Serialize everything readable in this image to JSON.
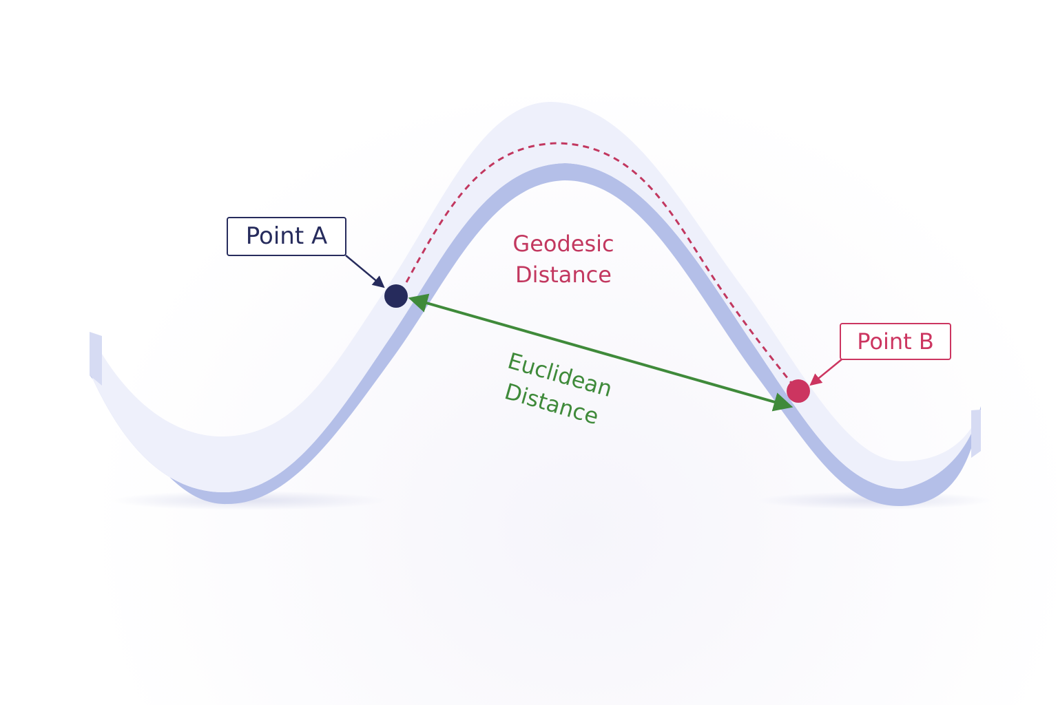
{
  "labels": {
    "point_a": "Point A",
    "point_b": "Point B",
    "geodesic_line1": "Geodesic",
    "geodesic_line2": "Distance",
    "euclidean_line1": "Euclidean",
    "euclidean_line2": "Distance"
  },
  "colors": {
    "surface_top": "#eef0fb",
    "surface_side": "#b4bfe8",
    "point_a": "#262b5c",
    "point_b": "#cc3560",
    "geodesic": "#c2375f",
    "euclidean": "#3f8a3a"
  }
}
